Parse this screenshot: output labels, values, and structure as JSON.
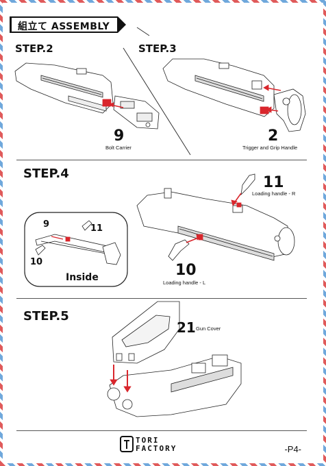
{
  "header": {
    "title": "組立て ASSEMBLY"
  },
  "steps": [
    {
      "label": "STEP.2",
      "part_number": "9",
      "part_name": "Bolt Carrier"
    },
    {
      "label": "STEP.3",
      "part_number": "2",
      "part_name": "Trigger and Grip Handle"
    },
    {
      "label": "STEP.4",
      "part_number_a": "11",
      "part_name_a": "Loading handle - R",
      "part_number_b": "10",
      "part_name_b": "Loading handle - L",
      "inset": {
        "label": "Inside",
        "num_a": "9",
        "num_b": "11",
        "num_c": "10"
      }
    },
    {
      "label": "STEP.5",
      "part_number": "21",
      "part_name": "Gun Cover"
    }
  ],
  "footer": {
    "logo_line1": "TORI",
    "logo_line2": "FACTORY",
    "page": "-P4-"
  },
  "colors": {
    "arrow": "#d9262c",
    "stripe_red": "#e05a5a",
    "stripe_blue": "#6fa8dc"
  }
}
